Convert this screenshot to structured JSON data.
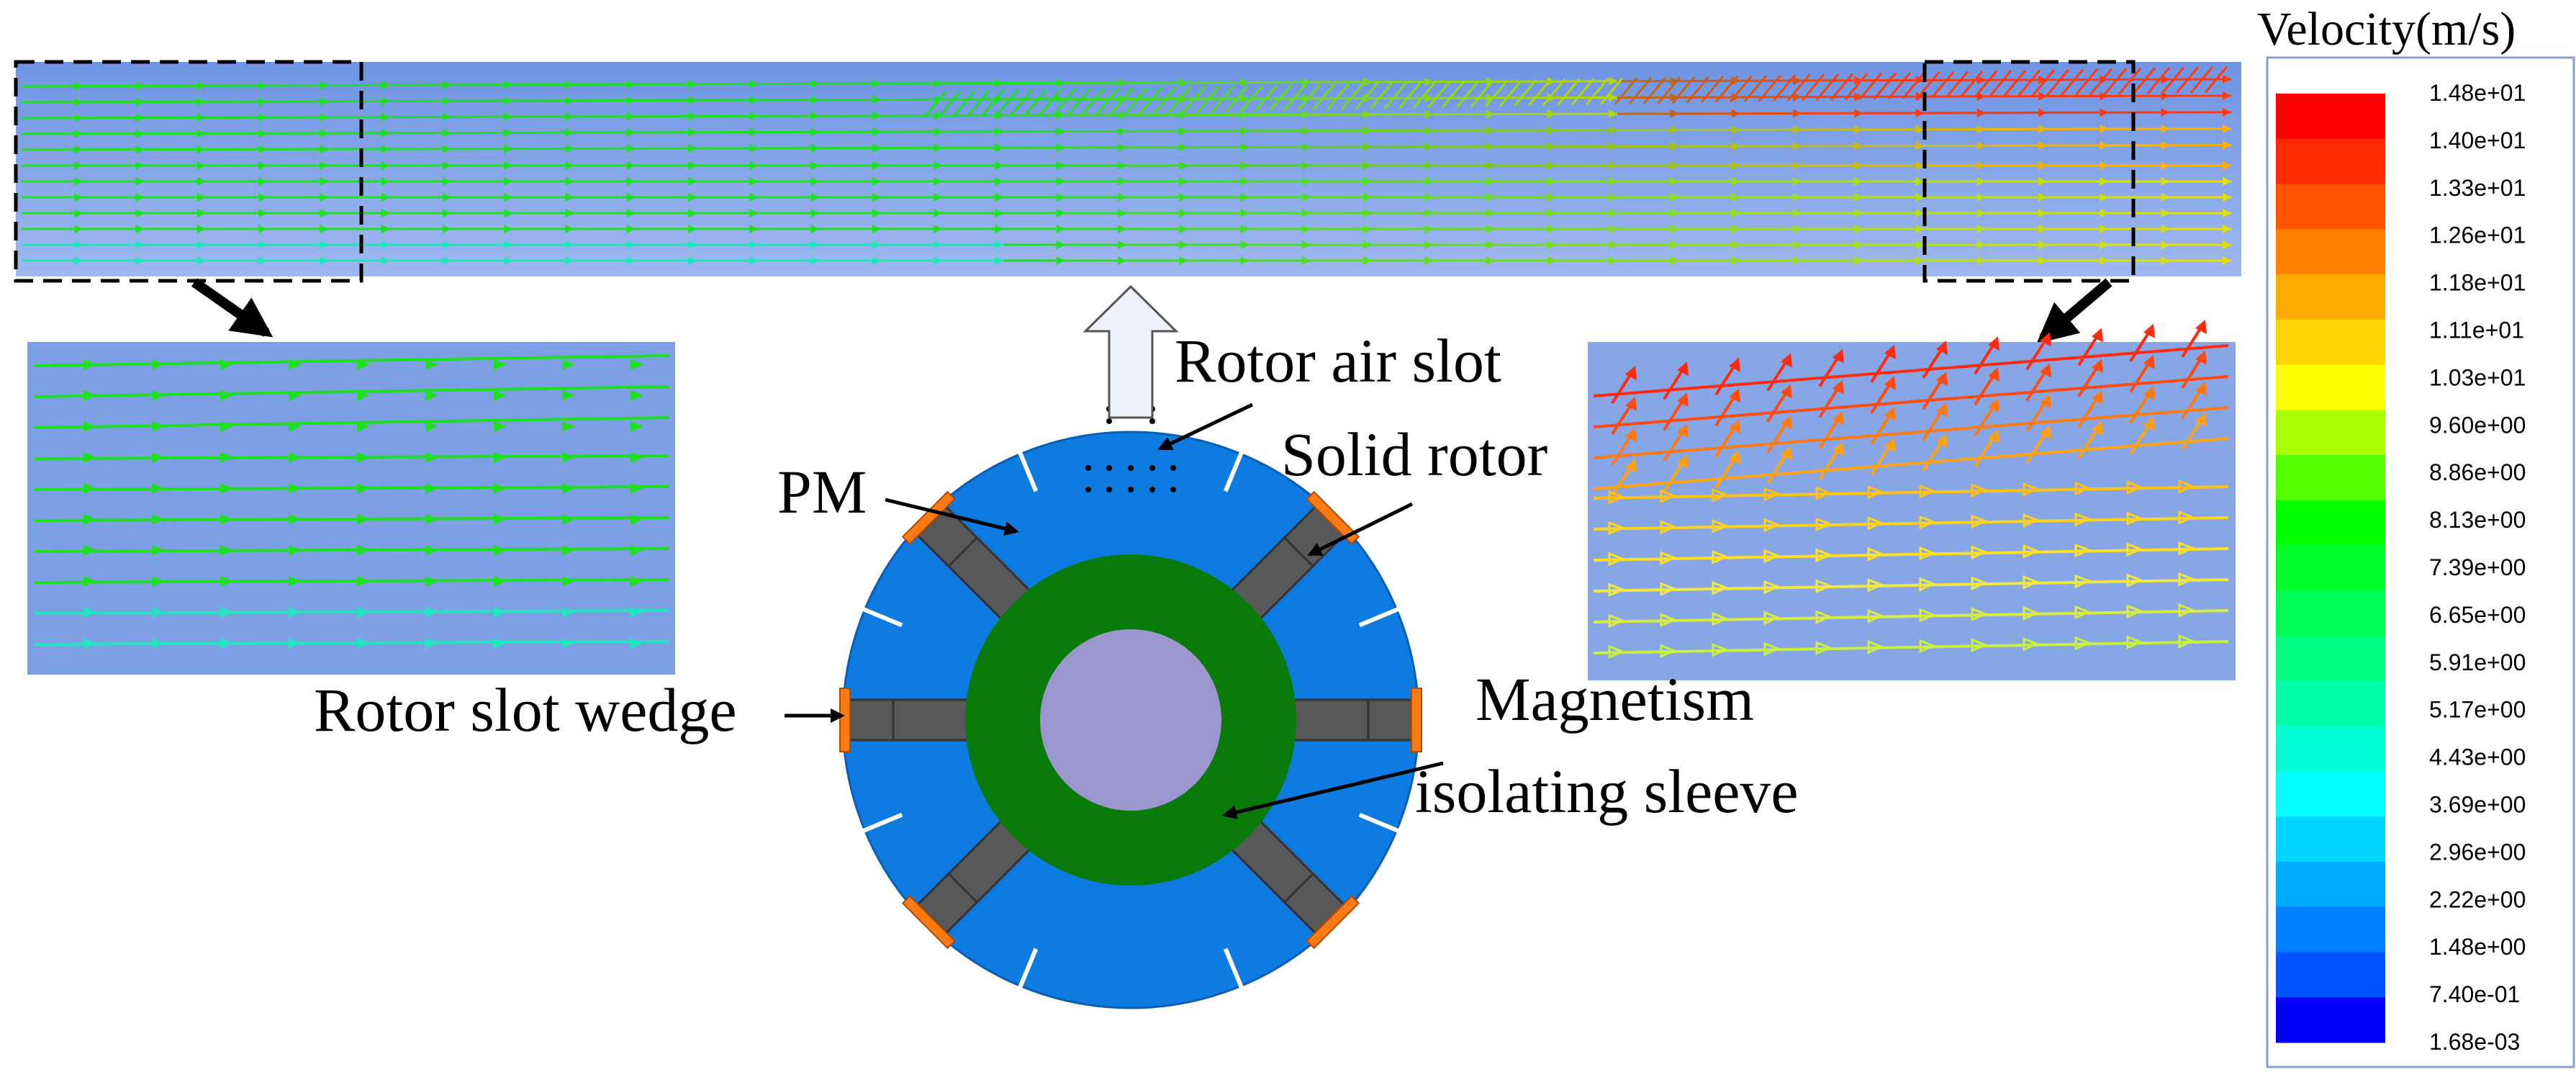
{
  "colorbar": {
    "title": "Velocity(m/s)",
    "ticks": [
      "1.48e+01",
      "1.40e+01",
      "1.33e+01",
      "1.26e+01",
      "1.18e+01",
      "1.11e+01",
      "1.03e+01",
      "9.60e+00",
      "8.86e+00",
      "8.13e+00",
      "7.39e+00",
      "6.65e+00",
      "5.91e+00",
      "5.17e+00",
      "4.43e+00",
      "3.69e+00",
      "2.96e+00",
      "2.22e+00",
      "1.48e+00",
      "7.40e-01",
      "1.68e-03"
    ],
    "colors": [
      "#ff0000",
      "#ff2a00",
      "#ff5500",
      "#ff7f00",
      "#ffaa00",
      "#ffd400",
      "#ffff00",
      "#aaff00",
      "#55ff00",
      "#00ff00",
      "#00ff2a",
      "#00ff55",
      "#00ff80",
      "#00ffaa",
      "#00ffd4",
      "#00ffff",
      "#00d4ff",
      "#00aaff",
      "#007fff",
      "#0055ff",
      "#0000ff"
    ]
  },
  "labels": {
    "rotor_air_slot": "Rotor air slot",
    "solid_rotor": "Solid rotor",
    "pm": "PM",
    "rotor_slot_wedge": "Rotor slot wedge",
    "magnetism_line1": "Magnetism",
    "magnetism_line2": "isolating sleeve"
  },
  "colors": {
    "channel_bg": "#7d9fe6",
    "rotor_blue": "#0e7be0",
    "sleeve_green": "#087a08",
    "shaft_lavender": "#9b96ce",
    "pm_gray": "#585858",
    "wedge_orange": "#ff7a12",
    "flow_green": "#1fe01f",
    "flow_cyan": "#20e6c0"
  }
}
